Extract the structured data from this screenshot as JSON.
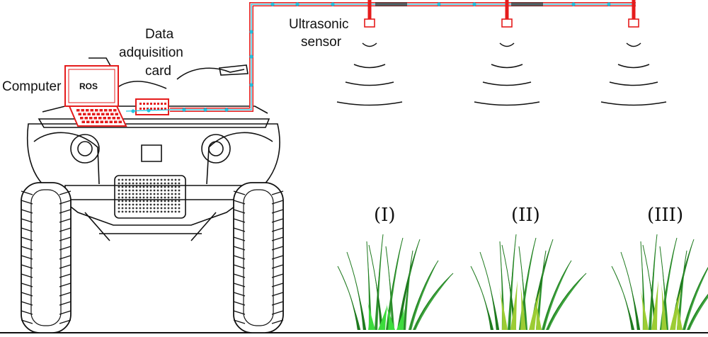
{
  "labels": {
    "computer": "Computer",
    "ros": "ROS",
    "daq_line1": "Data",
    "daq_line2": "adquisition",
    "daq_line3": "card",
    "sensor_line1": "Ultrasonic",
    "sensor_line2": "sensor"
  },
  "plots": [
    {
      "roman": "(I)"
    },
    {
      "roman": "(II)"
    },
    {
      "roman": "(III)"
    }
  ],
  "colors": {
    "wire": "#e51c1c",
    "signal": "#22c4e0",
    "sensor": "#e51c1c",
    "outline": "#111111",
    "grass_dark": "#1f7a1f",
    "grass_mid": "#3da33d",
    "grass_light": "#9ccc33",
    "grass_bright": "#3cdc3c"
  }
}
